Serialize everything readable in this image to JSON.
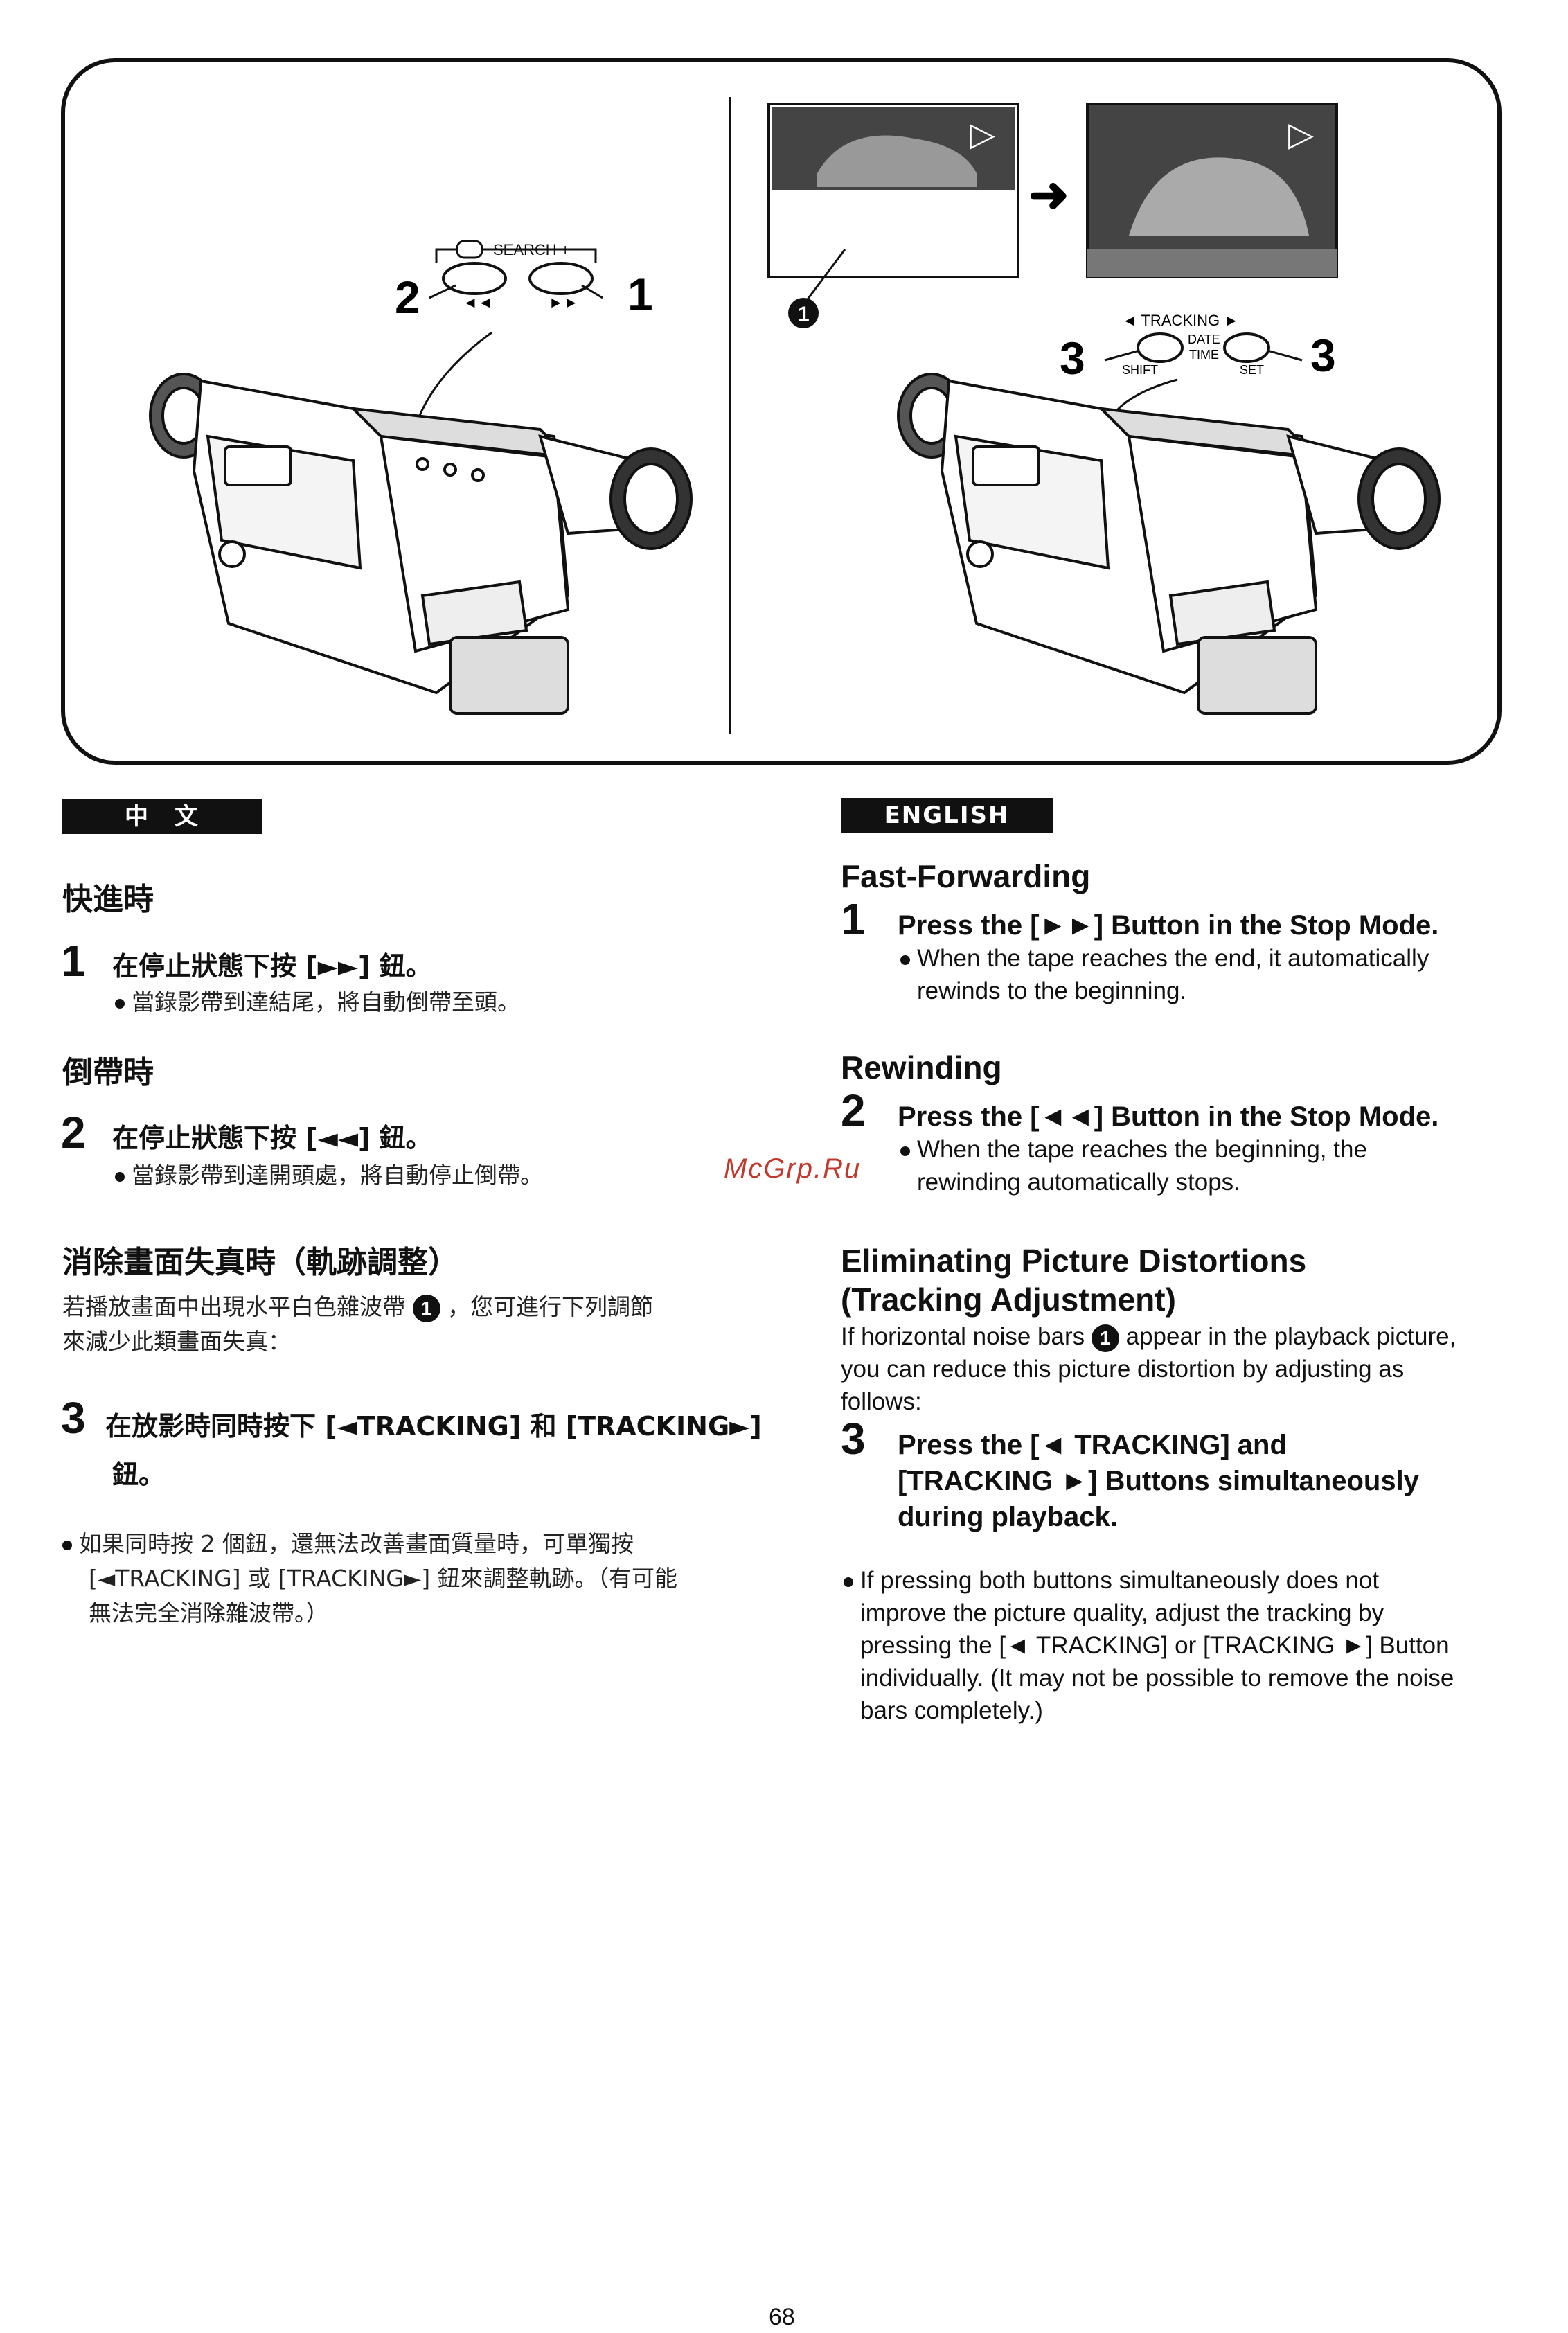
{
  "figure": {
    "search_label": "SEARCH +",
    "search_label_minus": "−",
    "left_callout_2": "2",
    "left_callout_1": "1",
    "rew_mark": "◄◄",
    "ff_mark": "►►",
    "tracking_label": "◄ TRACKING ►",
    "date_time": "DATE",
    "date_time2": "TIME",
    "shift": "SHIFT",
    "set": "SET",
    "right_callout_3a": "3",
    "right_callout_3b": "3",
    "noise_marker": "1",
    "play_icon": "▷",
    "arrow": "➜"
  },
  "zh": {
    "lang_label": "中　文",
    "ff_heading": "快進時",
    "step1_num": "1",
    "step1_text": "在停止狀態下按 [►►] 鈕。",
    "step1_note": "當錄影帶到達結尾，將自動倒帶至頭。",
    "rew_heading": "倒帶時",
    "step2_num": "2",
    "step2_text": "在停止狀態下按 [◄◄] 鈕。",
    "step2_note": "當錄影帶到達開頭處，將自動停止倒帶。",
    "track_heading": "消除畫面失真時（軌跡調整）",
    "track_intro_a": "若播放畫面中出現水平白色雜波帶",
    "track_intro_b": "，您可進行下列調節",
    "track_intro_c": "來減少此類畫面失真：",
    "step3_num": "3",
    "step3_text_a": "在放影時同時按下 [◄TRACKING] 和 [TRACKING►]",
    "step3_text_b": "鈕。",
    "note_a": "如果同時按 2 個鈕，還無法改善畫面質量時，可單獨按",
    "note_b": "[◄TRACKING] 或 [TRACKING►] 鈕來調整軌跡。（有可能",
    "note_c": "無法完全消除雜波帶。）"
  },
  "en": {
    "lang_label": "ENGLISH",
    "ff_heading": "Fast-Forwarding",
    "step1_num": "1",
    "step1_text": "Press the [►►] Button in the Stop Mode.",
    "step1_note_a": "When the tape reaches the end, it automatically",
    "step1_note_b": "rewinds to the beginning.",
    "rew_heading": "Rewinding",
    "step2_num": "2",
    "step2_text": "Press the [◄◄] Button in the Stop Mode.",
    "step2_note_a": "When the tape reaches the beginning, the",
    "step2_note_b": "rewinding automatically stops.",
    "track_heading_a": "Eliminating Picture Distortions",
    "track_heading_b": "(Tracking Adjustment)",
    "track_intro_a1": "If horizontal noise bars",
    "track_intro_a2": "appear in the playback picture,",
    "track_intro_b": "you can reduce this picture distortion by adjusting as",
    "track_intro_c": "follows:",
    "step3_num": "3",
    "step3_text_a": "Press the [◄ TRACKING] and",
    "step3_text_b": "[TRACKING ►] Buttons simultaneously",
    "step3_text_c": "during playback.",
    "note_a": "If pressing both buttons simultaneously does not",
    "note_b": "improve the picture quality, adjust the tracking by",
    "note_c": "pressing the [◄ TRACKING] or [TRACKING ►] Button",
    "note_d": "individually. (It may not be possible to remove the noise",
    "note_e": "bars completely.)"
  },
  "watermark": "McGrp.Ru",
  "page_number": "68"
}
